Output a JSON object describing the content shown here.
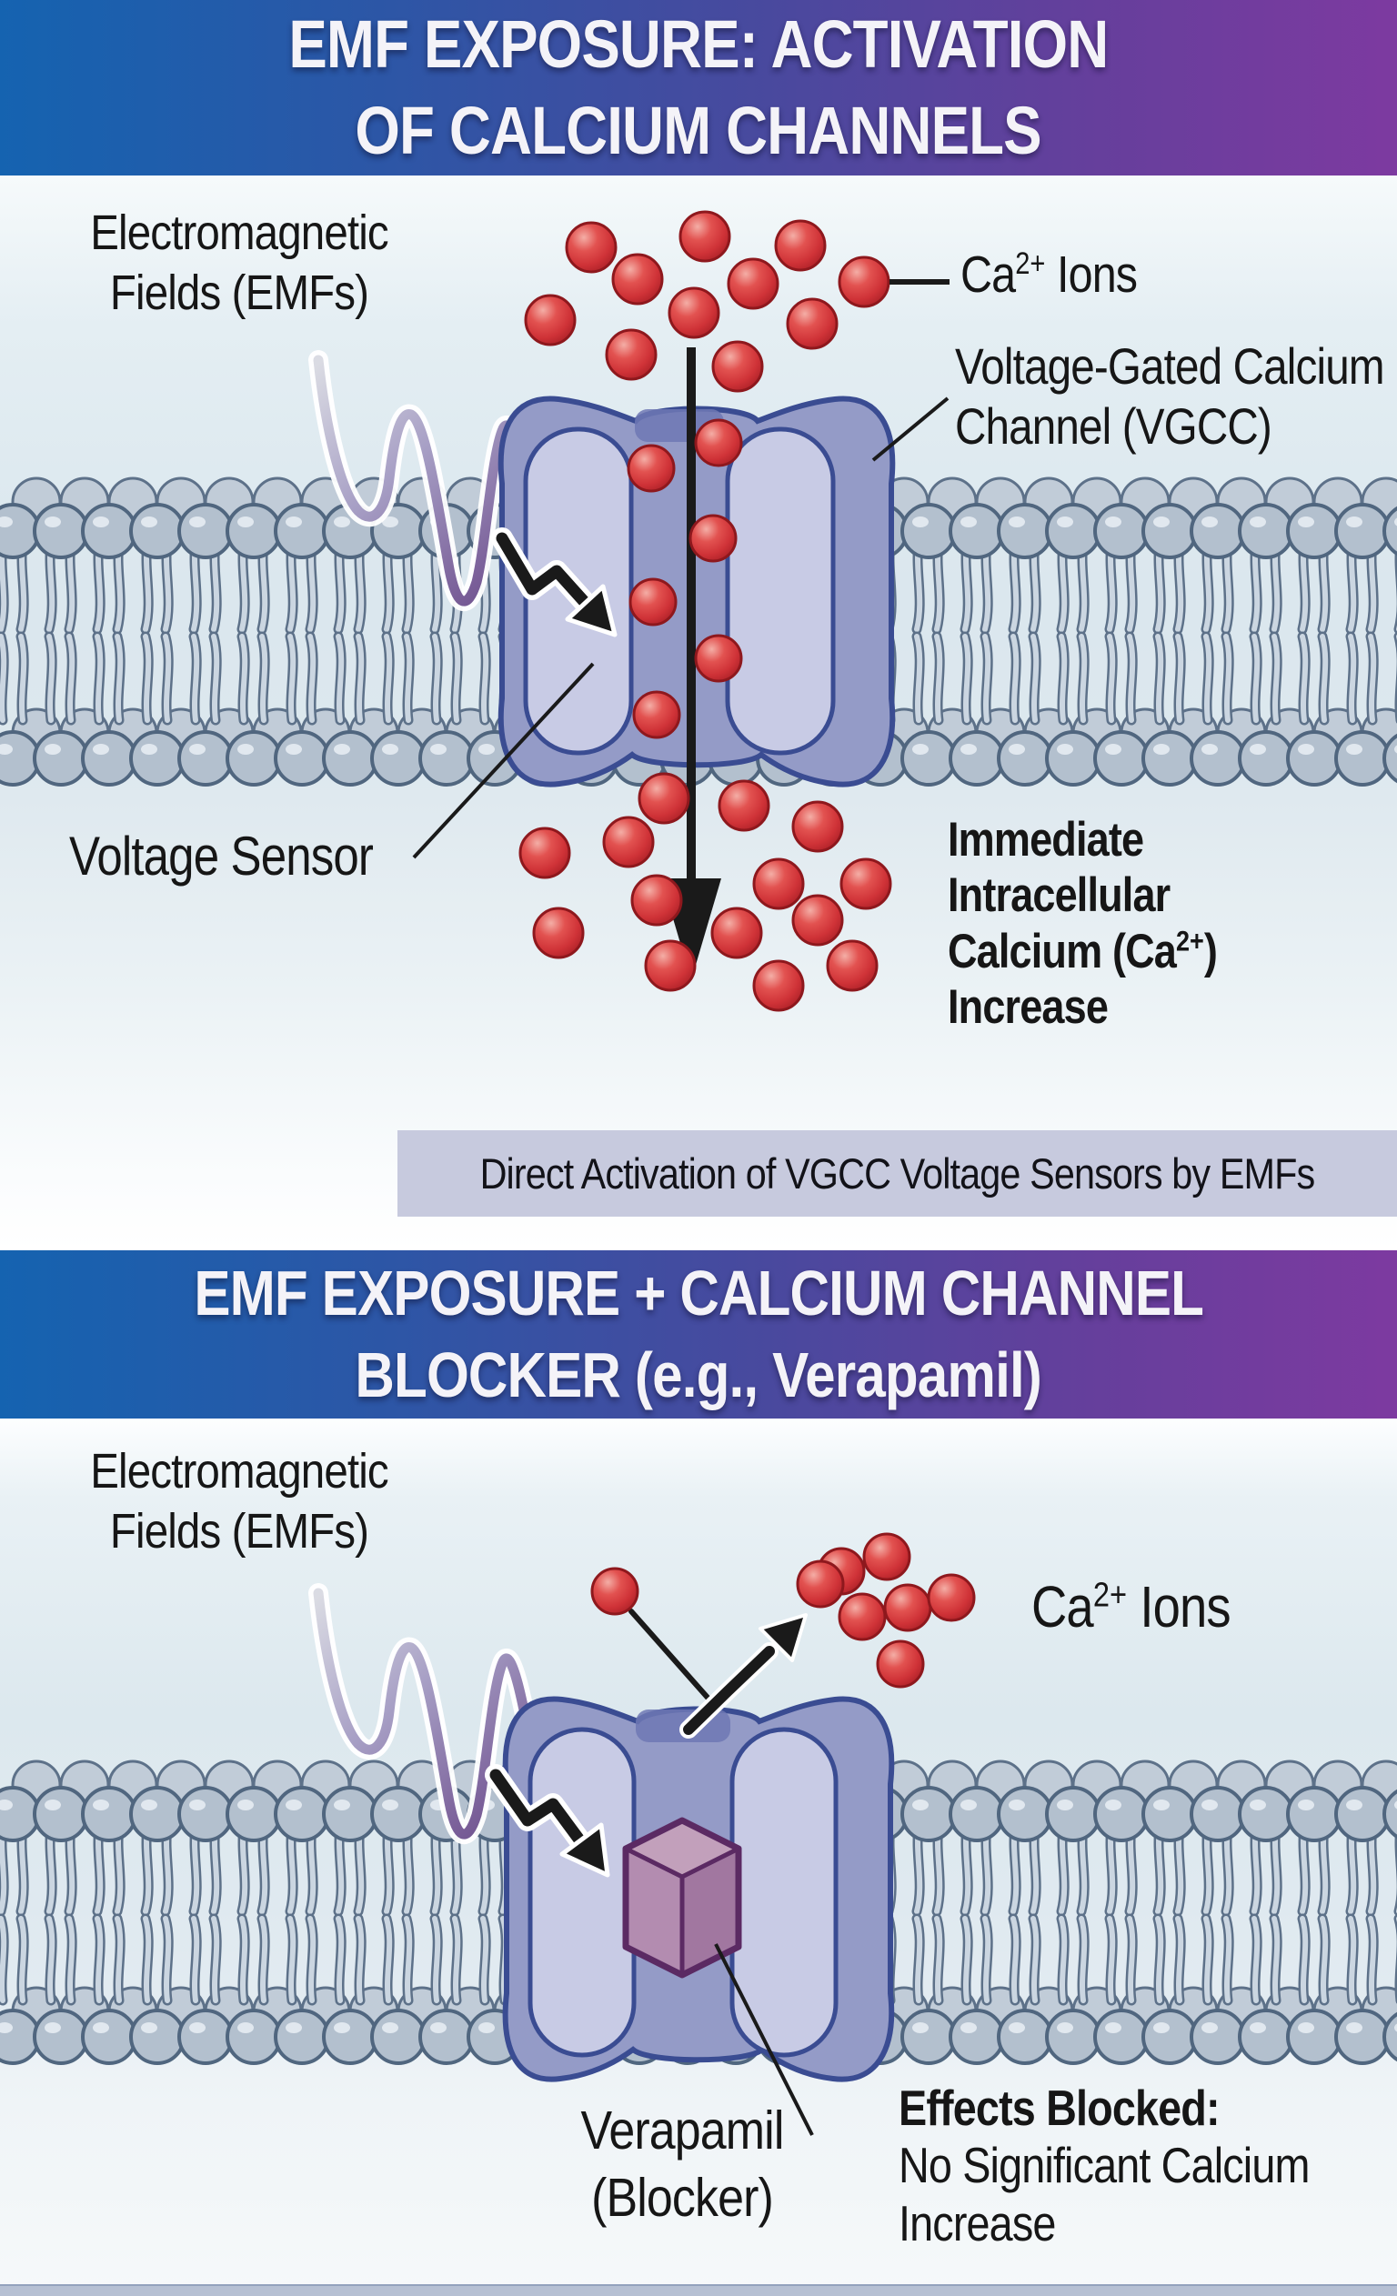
{
  "colors": {
    "banner_blue": "#1563b0",
    "banner_purple": "#7d3aa0",
    "ion_red": "#d23538",
    "ion_outline": "#8e181d",
    "channel_body": "#949bc7",
    "channel_lobe": "#c8cbe5",
    "channel_outline": "#3a4c92",
    "membrane_head": "#b3c0ce",
    "membrane_outline": "#50667f",
    "lavender_banner": "#c7cade",
    "blocker_cube": "#b38cb0",
    "blocker_outline": "#5b2a63",
    "wave_purple": "#53346f",
    "arrow_black": "#1a1a1a"
  },
  "panel1": {
    "title": {
      "line1": "EMF EXPOSURE: ACTIVATION",
      "line2": "OF CALCIUM CHANNELS"
    },
    "emf_label": {
      "line1": "Electromagnetic",
      "line2": "Fields (EMFs)"
    },
    "ca_label": {
      "base": "Ca",
      "sup": "2+",
      "rest": " Ions"
    },
    "vgcc_label": {
      "line1": "Voltage-Gated Calcium",
      "line2": "Channel (VGCC)"
    },
    "voltage_sensor_label": "Voltage Sensor",
    "increase_label": {
      "line1": "Immediate",
      "line2": "Intracellular",
      "line3_base": "Calcium (Ca",
      "line3_sup": "2+",
      "line3_rest": ")",
      "line4": "Increase"
    },
    "banner": "Direct Activation of VGCC Voltage Sensors by EMFs"
  },
  "panel2": {
    "title": {
      "line1": "EMF EXPOSURE + CALCIUM CHANNEL",
      "line2": "BLOCKER (e.g., Verapamil)"
    },
    "emf_label": {
      "line1": "Electromagnetic",
      "line2": "Fields (EMFs)"
    },
    "ca_label": {
      "base": "Ca",
      "sup": "2+",
      "rest": " Ions"
    },
    "verapamil_label": {
      "line1": "Verapamil",
      "line2": "(Blocker)"
    },
    "effects_label": {
      "line1": "Effects Blocked:",
      "line2": "No Significant Calcium",
      "line3": "Increase"
    }
  }
}
